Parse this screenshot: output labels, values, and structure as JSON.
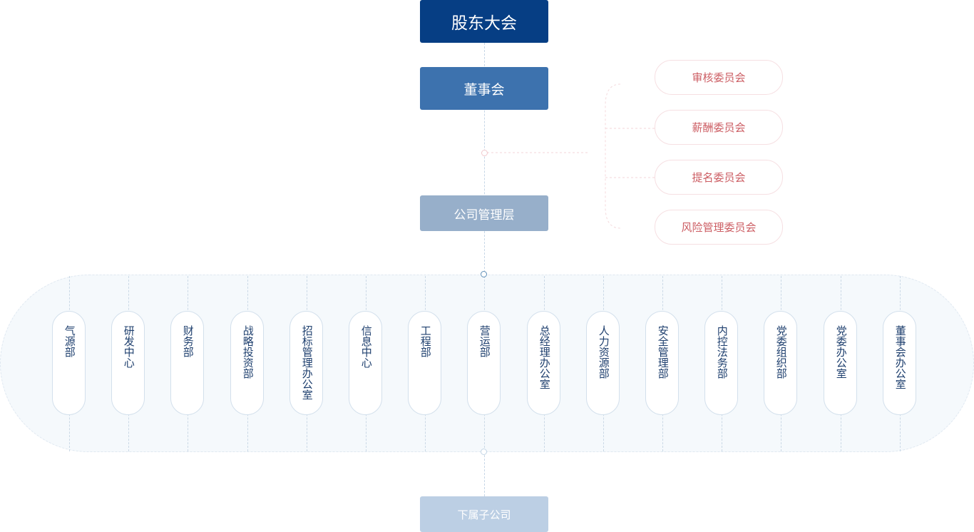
{
  "governance": {
    "shareholders": "股东大会",
    "board": "董事会",
    "management": "公司管理层",
    "subsidiaries": "下属子公司"
  },
  "committees": [
    "审核委员会",
    "薪酬委员会",
    "提名委员会",
    "风险管理委员会"
  ],
  "departments": [
    "气源部",
    "研发中心",
    "财务部",
    "战略投资部",
    "招标管理办公室",
    "信息中心",
    "工程部",
    "营运部",
    "总经理办公室",
    "人力资源部",
    "安全管理部",
    "内控法务部",
    "党委组织部",
    "党委办公室",
    "董事会办公室"
  ],
  "colors": {
    "shareholders_bg": "#063e84",
    "board_bg": "#3d72ae",
    "management_bg": "#97afca",
    "subsidiaries_bg": "#bccfe4",
    "committee_text": "#cc5d63",
    "department_text": "#1e3f6e"
  }
}
